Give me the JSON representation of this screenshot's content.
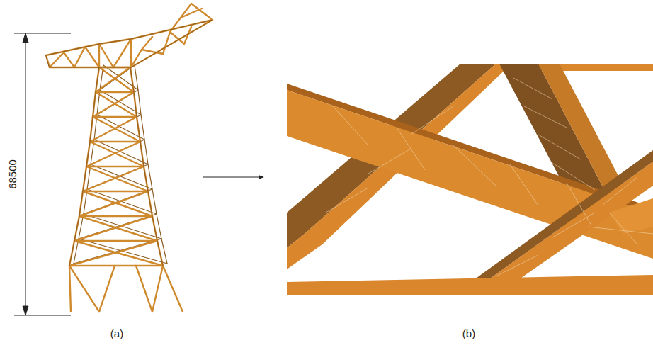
{
  "diagram": {
    "labels": [
      "68500",
      "(a)",
      "(b)"
    ]
  }
}
